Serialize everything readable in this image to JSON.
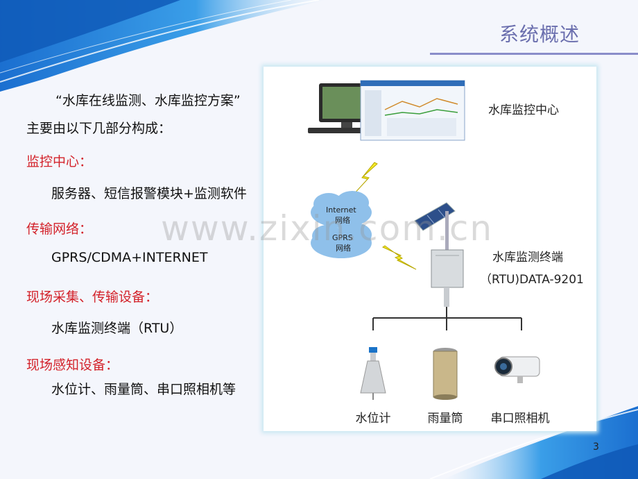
{
  "title": "系统概述",
  "intro": {
    "line1": "“水库在线监测、水库监控方案”",
    "line2": "主要由以下几部分构成："
  },
  "sections": [
    {
      "heading": "监控中心：",
      "detail": "服务器、短信报警模块+监测软件"
    },
    {
      "heading": "传输网络：",
      "detail": "GPRS/CDMA+INTERNET"
    },
    {
      "heading": "现场采集、传输设备：",
      "detail": "水库监测终端（RTU）"
    },
    {
      "heading": "现场感知设备：",
      "detail": "水位计、雨量筒、串口照相机等"
    }
  ],
  "diagram": {
    "center_label": "水库监控中心",
    "cloud_internet": "Internet",
    "cloud_internet_sub": "网络",
    "cloud_gprs": "GPRS",
    "cloud_gprs_sub": "网络",
    "rtu_label_1": "水库监测终端",
    "rtu_label_2": "（RTU)DATA-9201",
    "devices": [
      "水位计",
      "雨量筒",
      "串口照相机"
    ]
  },
  "watermark": "www.zixin.com.cn",
  "page_number": "3",
  "colors": {
    "accent_blue": "#1a73c8",
    "heading_red": "#d3222a",
    "title": "#6b6fae"
  }
}
